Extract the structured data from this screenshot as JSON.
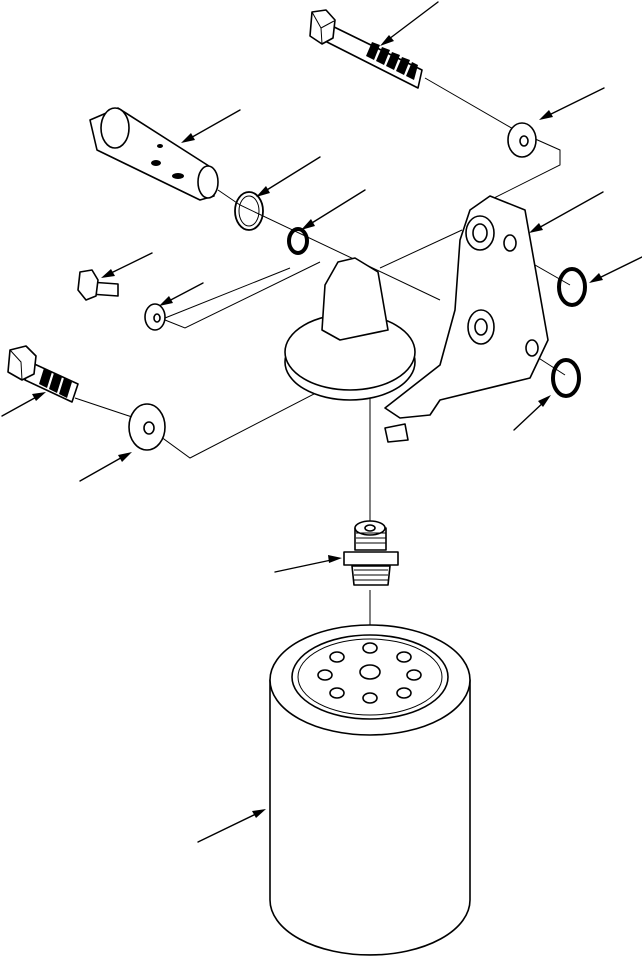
{
  "diagram": {
    "type": "exploded-parts-view",
    "parts": [
      {
        "name": "bolt-long-top"
      },
      {
        "name": "washer-top"
      },
      {
        "name": "relief-valve-body"
      },
      {
        "name": "gasket-ring"
      },
      {
        "name": "o-ring-small"
      },
      {
        "name": "filter-head-bracket"
      },
      {
        "name": "o-ring-right-upper"
      },
      {
        "name": "o-ring-right-lower"
      },
      {
        "name": "small-bolt"
      },
      {
        "name": "small-washer"
      },
      {
        "name": "bolt-left"
      },
      {
        "name": "washer-left"
      },
      {
        "name": "nipple-fitting"
      },
      {
        "name": "oil-filter-cartridge"
      }
    ],
    "leader_arrow_count": 14
  }
}
